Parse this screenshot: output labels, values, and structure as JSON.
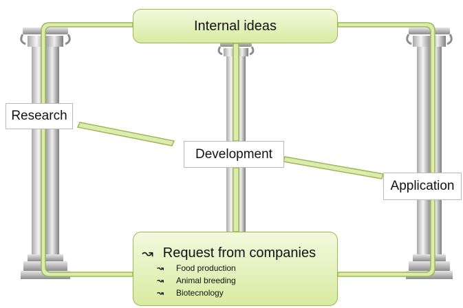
{
  "top_box": {
    "label": "Internal ideas"
  },
  "stages": {
    "research": "Research",
    "development": "Development",
    "application": "Application"
  },
  "bottom_box": {
    "title": "Request from companies",
    "items": [
      {
        "label": "Food production"
      },
      {
        "label": "Animal breeding"
      },
      {
        "label": "Biotecnology"
      }
    ]
  },
  "colors": {
    "connector_fill": "#dcecb0",
    "connector_border": "#9bb84f",
    "pillar_light": "#f2f2f2",
    "pillar_dark": "#8a8a8a"
  },
  "icons": {
    "bullet": "curved-arrow-icon"
  }
}
